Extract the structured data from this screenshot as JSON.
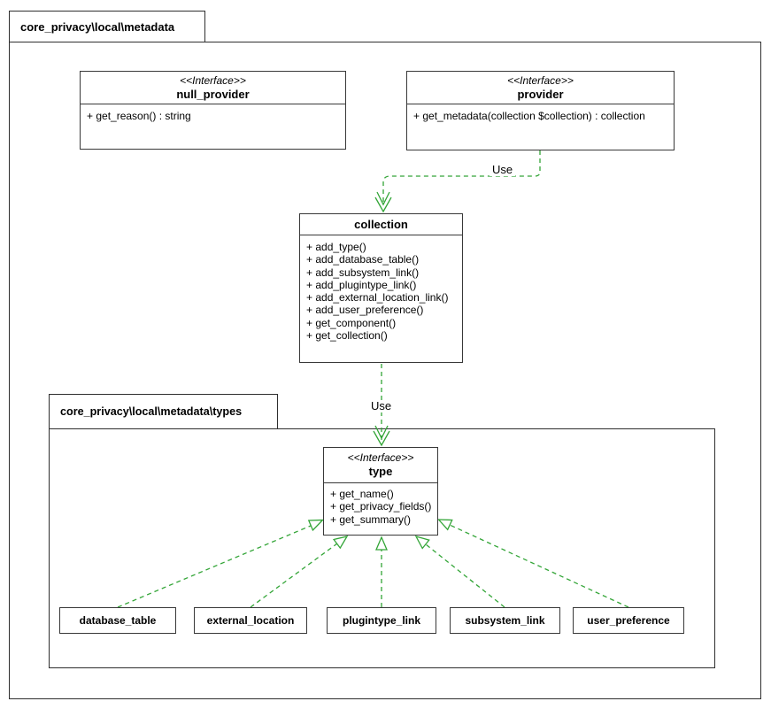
{
  "packages": {
    "outer": {
      "label": "core_privacy\\local\\metadata"
    },
    "types": {
      "label": "core_privacy\\local\\metadata\\types"
    }
  },
  "classes": {
    "null_provider": {
      "stereotype": "<<Interface>>",
      "name": "null_provider",
      "methods": [
        "+ get_reason() : string"
      ]
    },
    "provider": {
      "stereotype": "<<Interface>>",
      "name": "provider",
      "methods": [
        "+ get_metadata(collection $collection) : collection"
      ]
    },
    "collection": {
      "name": "collection",
      "methods": [
        "+ add_type()",
        "+ add_database_table()",
        "+ add_subsystem_link()",
        "+ add_plugintype_link()",
        "+ add_external_location_link()",
        "+ add_user_preference()",
        "+ get_component()",
        "+ get_collection()"
      ]
    },
    "type": {
      "stereotype": "<<Interface>>",
      "name": "type",
      "methods": [
        "+ get_name()",
        "+ get_privacy_fields()",
        "+ get_summary()"
      ]
    },
    "database_table": {
      "name": "database_table"
    },
    "external_location": {
      "name": "external_location"
    },
    "plugintype_link": {
      "name": "plugintype_link"
    },
    "subsystem_link": {
      "name": "subsystem_link"
    },
    "user_preference": {
      "name": "user_preference"
    }
  },
  "edges": {
    "use_labels": [
      "Use",
      "Use"
    ]
  },
  "colors": {
    "arrow_green": "#33a537",
    "box_border": "#383838",
    "background": "#ffffff"
  }
}
